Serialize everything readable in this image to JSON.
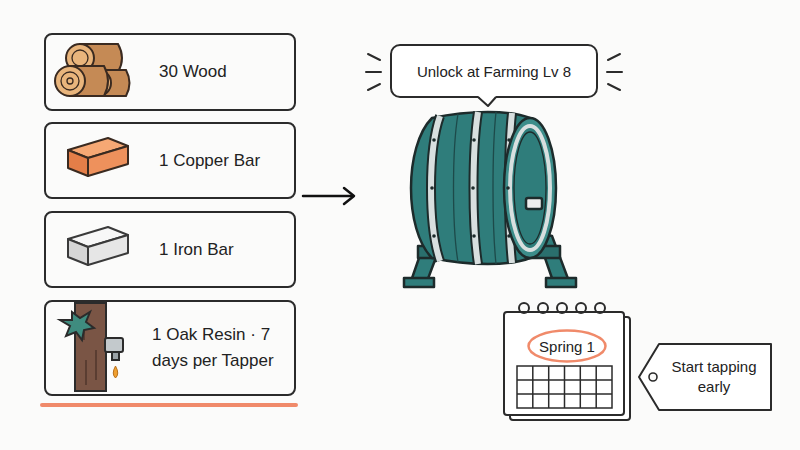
{
  "diagram": {
    "nodes": [
      {
        "text": [
          "30 Wood"
        ]
      },
      {
        "text": [
          "1 Copper Bar"
        ]
      },
      {
        "text": [
          "1 Iron Bar"
        ]
      },
      {
        "text": [
          "1 Oak Resin · 7 days per Tapper"
        ]
      },
      {
        "text": [
          "Unlock at Farming Lv 8"
        ]
      },
      {
        "text": [
          "Spring 1"
        ]
      },
      {
        "text": [
          "Start tapping early"
        ]
      }
    ]
  }
}
